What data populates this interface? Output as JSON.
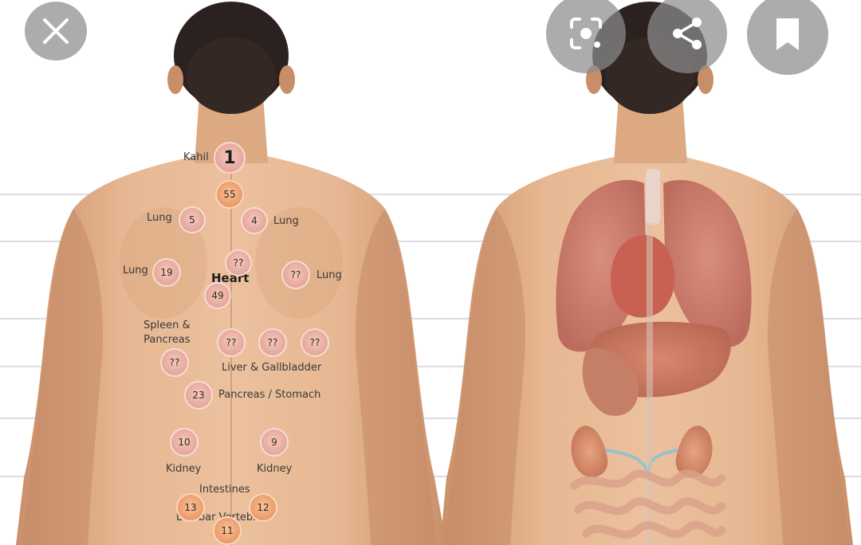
{
  "toolbar": {
    "close_icon": "close-icon",
    "lens_icon": "lens-search-icon",
    "share_icon": "share-icon",
    "bookmark_icon": "bookmark-icon"
  },
  "image": {
    "labels": {
      "kahil": "Kahil",
      "lung_upper_left": "Lung",
      "lung_upper_right": "Lung",
      "lung_mid_left": "Lung",
      "lung_mid_right": "Lung",
      "heart": "Heart",
      "spleen_pancreas": "Spleen &\nPancreas",
      "liver_gallbladder": "Liver & Gallbladder",
      "pancreas_stomach": "Pancreas / Stomach",
      "kidney_left": "Kidney",
      "kidney_right": "Kidney",
      "intestines": "Intestines",
      "lumbar_vertebrae": "Lumbar Vertebrae"
    },
    "points": {
      "p1": "1",
      "p55": "55",
      "p5": "5",
      "p4": "4",
      "p19": "19",
      "p_heart_top": "??",
      "p_lung_right": "??",
      "p49": "49",
      "p_liver_a": "??",
      "p_liver_b": "??",
      "p_liver_c": "??",
      "p_spleen": "??",
      "p23": "23",
      "p10": "10",
      "p9": "9",
      "p13": "13",
      "p12": "12",
      "p11": "11"
    }
  },
  "colors": {
    "skin": "#e4b48e",
    "background": "#ffffff",
    "overlay_button": "#8c8c8c",
    "point_pink": "#e9ada1",
    "point_orange": "#ee9f6f"
  }
}
